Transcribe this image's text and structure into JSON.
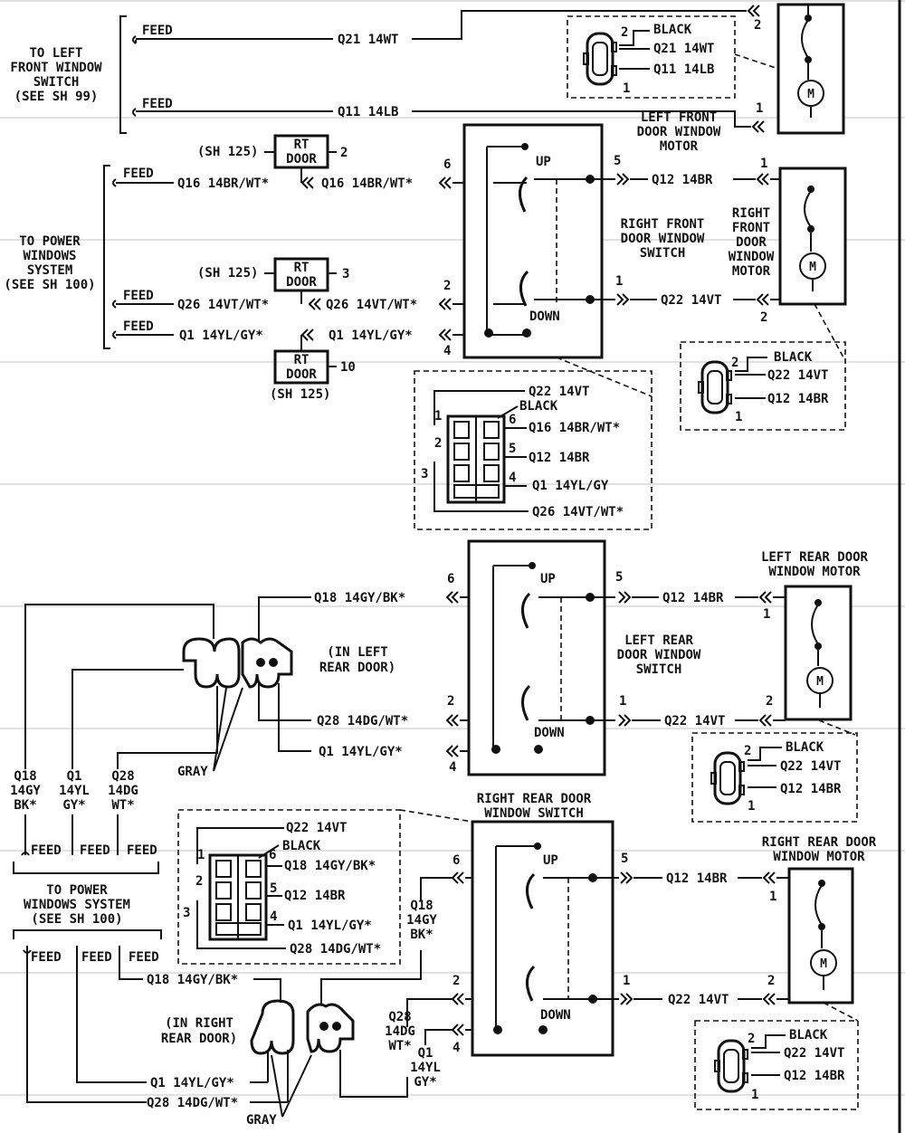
{
  "left_front": {
    "dest": [
      "TO LEFT",
      "FRONT WINDOW",
      "SWITCH",
      "(SEE SH 99)"
    ],
    "feed": "FEED",
    "wire_q21": "Q21 14WT",
    "wire_q11": "Q11 14LB",
    "pin1": "1",
    "pin2": "2",
    "conn_black": "BLACK",
    "conn_q21": "Q21 14WT",
    "conn_q11": "Q11 14LB",
    "motor_title": [
      "LEFT FRONT",
      "DOOR WINDOW",
      "MOTOR"
    ],
    "motor_symbol": "M"
  },
  "right_front": {
    "dest": [
      "TO POWER",
      "WINDOWS",
      "SYSTEM",
      "(SEE SH 100)"
    ],
    "feed": "FEED",
    "q16_a": "Q16 14BR/WT*",
    "q16_b": "Q16 14BR/WT*",
    "q26_a": "Q26 14VT/WT*",
    "q26_b": "Q26 14VT/WT*",
    "q1_a": "Q1 14YL/GY*",
    "q1_b": "Q1 14YL/GY*",
    "rt_door": [
      "RT",
      "DOOR"
    ],
    "sh125": "(SH 125)",
    "rt_pins": [
      "2",
      "3",
      "10"
    ],
    "sw_pins": [
      "6",
      "5",
      "2",
      "1",
      "4"
    ],
    "up": "UP",
    "down": "DOWN",
    "q12": "Q12 14BR",
    "q22": "Q22 14VT",
    "switch_title": [
      "RIGHT FRONT",
      "DOOR WINDOW",
      "SWITCH"
    ],
    "motor_title": [
      "RIGHT",
      "FRONT",
      "DOOR",
      "WINDOW",
      "MOTOR"
    ],
    "motor_pins": [
      "1",
      "2"
    ],
    "conn": {
      "black": "BLACK",
      "q22": "Q22 14VT",
      "q12": "Q12 14BR",
      "p2": "2",
      "p1": "1"
    },
    "sw_conn": {
      "q22": "Q22 14VT",
      "black": "BLACK",
      "q16": "Q16 14BR/WT*",
      "q12": "Q12 14BR",
      "q1": "Q1 14YL/GY",
      "q26": "Q26 14VT/WT*",
      "pins": [
        "1",
        "6",
        "2",
        "5",
        "3",
        "4"
      ]
    }
  },
  "left_rear": {
    "q18": "Q18 14GY/BK*",
    "q28": "Q28 14DG/WT*",
    "q1": "Q1 14YL/GY*",
    "in_door": [
      "(IN LEFT",
      "REAR DOOR)"
    ],
    "gray": "GRAY",
    "sw_pins": [
      "6",
      "5",
      "2",
      "1",
      "4"
    ],
    "up": "UP",
    "down": "DOWN",
    "q12": "Q12 14BR",
    "q22": "Q22 14VT",
    "switch_title": [
      "LEFT REAR",
      "DOOR WINDOW",
      "SWITCH"
    ],
    "motor_title": [
      "LEFT REAR DOOR",
      "WINDOW MOTOR"
    ],
    "motor_pins": [
      "1",
      "2"
    ],
    "conn": {
      "black": "BLACK",
      "q22": "Q22 14VT",
      "q12": "Q12 14BR",
      "p2": "2",
      "p1": "1"
    },
    "wire_labels": [
      [
        "Q18",
        "14GY",
        "BK*"
      ],
      [
        "Q1",
        "14YL",
        "GY*"
      ],
      [
        "Q28",
        "14DG",
        "WT*"
      ]
    ],
    "feeds": [
      "FEED",
      "FEED",
      "FEED"
    ]
  },
  "right_rear": {
    "dest": [
      "TO POWER",
      "WINDOWS SYSTEM",
      "(SEE SH 100)"
    ],
    "feeds": [
      "FEED",
      "FEED",
      "FEED"
    ],
    "q18": "Q18 14GY/BK*",
    "q1": "Q1 14YL/GY*",
    "q28": "Q28 14DG/WT*",
    "in_door": [
      "(IN RIGHT",
      "REAR DOOR)"
    ],
    "gray": "GRAY",
    "side_q18": [
      "Q18",
      "14GY",
      "BK*"
    ],
    "side_q28": [
      "Q28",
      "14DG",
      "WT*"
    ],
    "side_q1": [
      "Q1",
      "14YL",
      "GY*"
    ],
    "sw_pins": [
      "6",
      "5",
      "2",
      "1",
      "4"
    ],
    "up": "UP",
    "down": "DOWN",
    "q12": "Q12 14BR",
    "q22": "Q22 14VT",
    "switch_title": [
      "RIGHT REAR DOOR",
      "WINDOW SWITCH"
    ],
    "motor_title": [
      "RIGHT REAR DOOR",
      "WINDOW MOTOR"
    ],
    "motor_pins": [
      "1",
      "2"
    ],
    "conn": {
      "black": "BLACK",
      "q22": "Q22 14VT",
      "q12": "Q12 14BR",
      "p2": "2",
      "p1": "1"
    },
    "sw_conn": {
      "q22": "Q22 14VT",
      "black": "BLACK",
      "q18": "Q18 14GY/BK*",
      "q12": "Q12 14BR",
      "q1": "Q1 14YL/GY*",
      "q28": "Q28 14DG/WT*",
      "pins": [
        "1",
        "6",
        "2",
        "5",
        "3",
        "4"
      ]
    }
  }
}
